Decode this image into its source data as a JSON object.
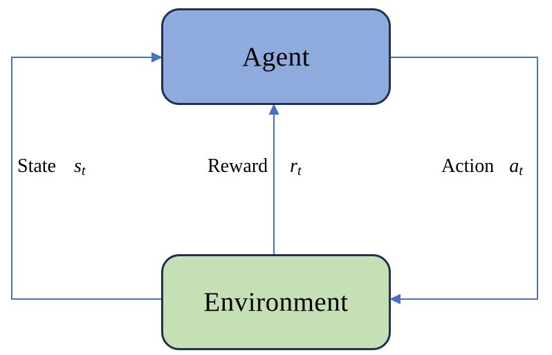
{
  "diagram": {
    "type": "reinforcement-learning-loop",
    "nodes": {
      "agent": {
        "label": "Agent"
      },
      "environment": {
        "label": "Environment"
      }
    },
    "edges": {
      "state": {
        "word": "State",
        "symbol": "s",
        "subscript": "t",
        "from": "environment",
        "to": "agent"
      },
      "reward": {
        "word": "Reward",
        "symbol": "r",
        "subscript": "t",
        "from": "environment",
        "to": "agent"
      },
      "action": {
        "word": "Action",
        "symbol": "a",
        "subscript": "t",
        "from": "agent",
        "to": "environment"
      }
    },
    "colors": {
      "agent-fill": "#8faadc",
      "environment-fill": "#c5e0b4",
      "node-border": "#1f3050",
      "arrow": "#4472c4",
      "text": "#000000",
      "background": "#ffffff"
    }
  }
}
